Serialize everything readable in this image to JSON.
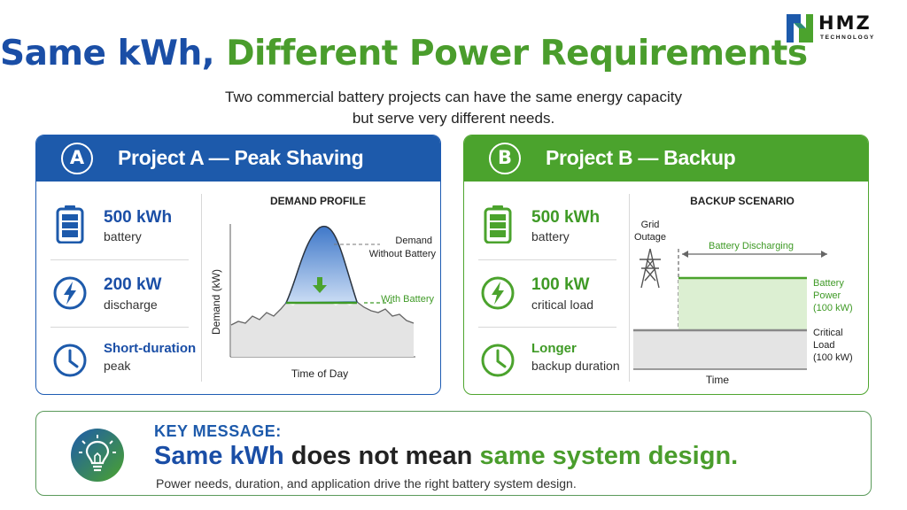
{
  "title": {
    "part1": "Same kWh,",
    "part2": "Different Power Requirements"
  },
  "subtitle": {
    "line1": "Two commercial battery projects can have the same energy capacity",
    "line2": "but serve very different needs."
  },
  "logo": {
    "word": "HMZ",
    "sub": "TECHNOLOGY"
  },
  "colors": {
    "blue": "#1d5aab",
    "green": "#4ba32d",
    "fill_blue": "#6f9bd8",
    "fill_green": "#dcefd2",
    "gray": "#8a8a8a"
  },
  "project_a": {
    "badge": "A",
    "heading": "Project A — Peak Shaving",
    "stats": [
      {
        "icon": "battery-icon",
        "value": "500 kWh",
        "label": "battery"
      },
      {
        "icon": "lightning-icon",
        "value": "200 kW",
        "label": "discharge"
      },
      {
        "icon": "clock-icon",
        "line1": "Short-duration",
        "line2": "peak"
      }
    ],
    "chart": {
      "title": "DEMAND PROFILE",
      "ylabel": "Demand (kW)",
      "xlabel": "Time of Day",
      "annotation_demand": [
        "Demand",
        "Without Battery"
      ],
      "annotation_battery": "With Battery"
    }
  },
  "project_b": {
    "badge": "B",
    "heading": "Project B — Backup",
    "stats": [
      {
        "icon": "battery-icon",
        "value": "500 kWh",
        "label": "battery"
      },
      {
        "icon": "lightning-icon",
        "value": "100 kW",
        "label": "critical load"
      },
      {
        "icon": "clock-icon",
        "line1": "Longer",
        "line2": "backup duration"
      }
    ],
    "chart": {
      "title": "BACKUP SCENARIO",
      "grid_outage": [
        "Grid",
        "Outage"
      ],
      "discharging": "Battery Discharging",
      "battery_power": [
        "Battery",
        "Power",
        "(100 kW)"
      ],
      "critical_load": [
        "Critical",
        "Load",
        "(100 kW)"
      ],
      "xlabel": "Time"
    }
  },
  "key_message": {
    "heading": "KEY MESSAGE:",
    "part1": "Same kWh",
    "part2": "does not mean",
    "part3": "same system design.",
    "sub": "Power needs, duration, and application drive the right battery system design."
  }
}
